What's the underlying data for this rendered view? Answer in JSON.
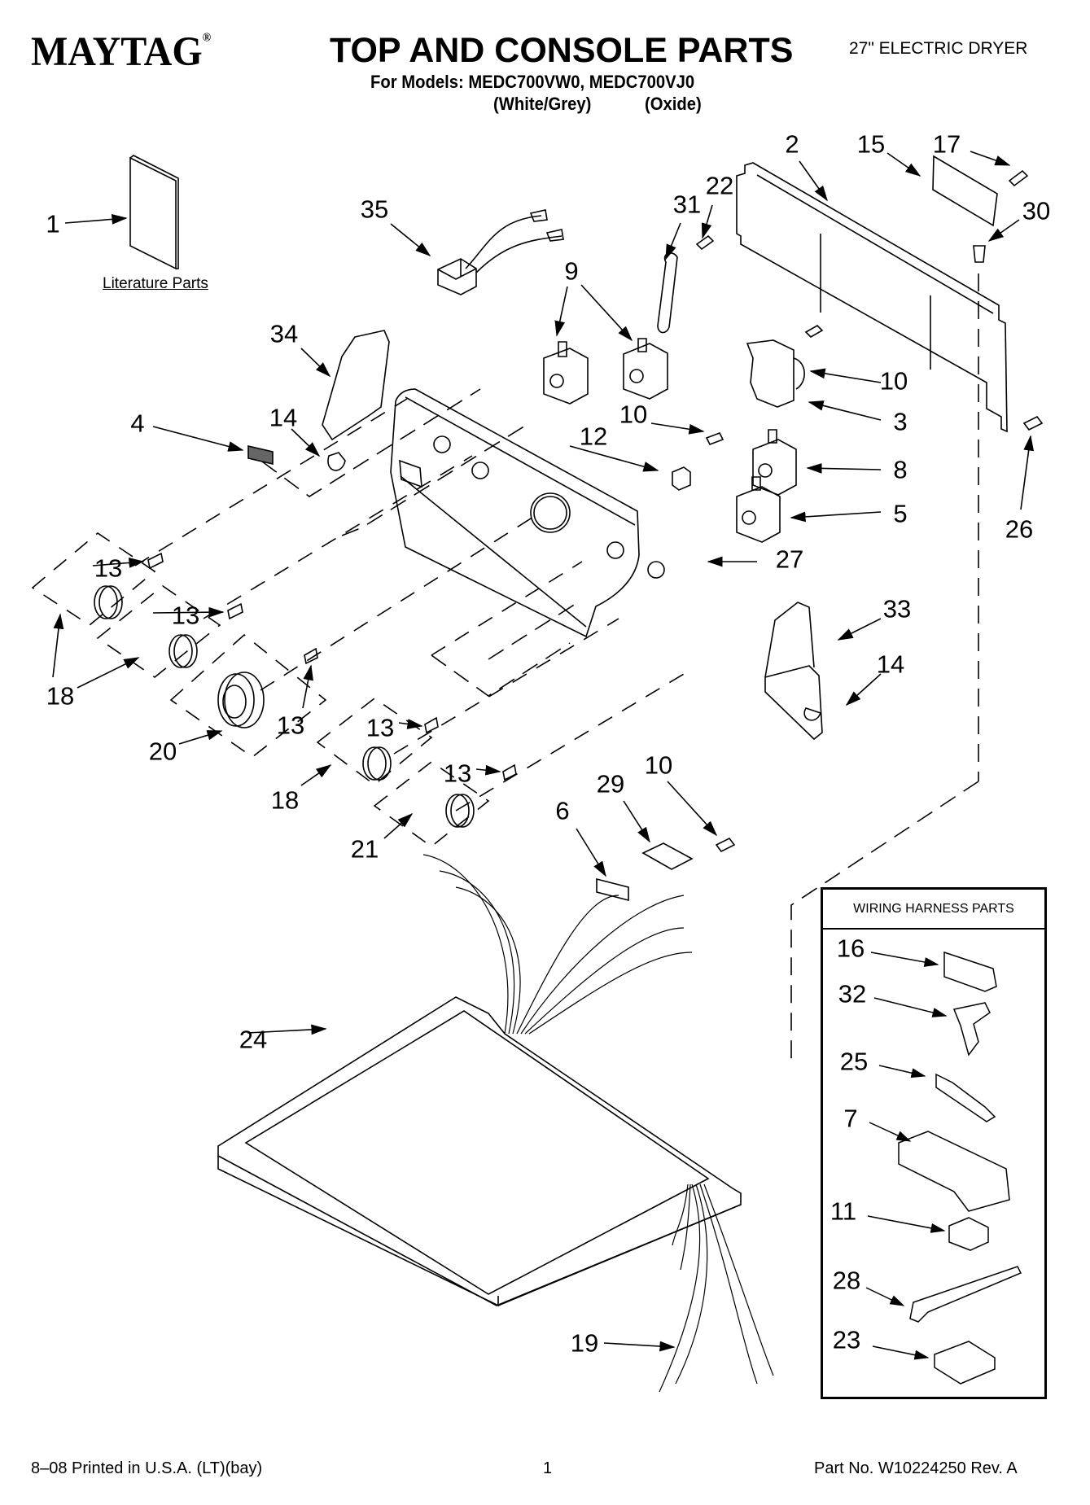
{
  "header": {
    "brand": "MAYTAG",
    "brand_mark": "®",
    "title": "TOP AND CONSOLE PARTS",
    "models_line": "For Models: MEDC700VW0, MEDC700VJ0",
    "model_color_1": "(White/Grey)",
    "model_color_2": "(Oxide)",
    "product": "27\" ELECTRIC DRYER"
  },
  "literature_label": "Literature Parts",
  "wiring_harness_box": {
    "title": "WIRING HARNESS PARTS",
    "items": [
      "16",
      "32",
      "25",
      "7",
      "11",
      "28",
      "23"
    ]
  },
  "callouts": [
    {
      "id": "c1",
      "label": "1"
    },
    {
      "id": "c35",
      "label": "35"
    },
    {
      "id": "c31",
      "label": "31"
    },
    {
      "id": "c22",
      "label": "22"
    },
    {
      "id": "c2",
      "label": "2"
    },
    {
      "id": "c15",
      "label": "15"
    },
    {
      "id": "c17",
      "label": "17"
    },
    {
      "id": "c30",
      "label": "30"
    },
    {
      "id": "c9",
      "label": "9"
    },
    {
      "id": "c34",
      "label": "34"
    },
    {
      "id": "c10a",
      "label": "10"
    },
    {
      "id": "c3",
      "label": "3"
    },
    {
      "id": "c4",
      "label": "4"
    },
    {
      "id": "c14a",
      "label": "14"
    },
    {
      "id": "c10b",
      "label": "10"
    },
    {
      "id": "c12",
      "label": "12"
    },
    {
      "id": "c8",
      "label": "8"
    },
    {
      "id": "c5",
      "label": "5"
    },
    {
      "id": "c26",
      "label": "26"
    },
    {
      "id": "c27",
      "label": "27"
    },
    {
      "id": "c33",
      "label": "33"
    },
    {
      "id": "c14b",
      "label": "14"
    },
    {
      "id": "c13a",
      "label": "13"
    },
    {
      "id": "c13b",
      "label": "13"
    },
    {
      "id": "c13c",
      "label": "13"
    },
    {
      "id": "c13d",
      "label": "13"
    },
    {
      "id": "c13e",
      "label": "13"
    },
    {
      "id": "c18a",
      "label": "18"
    },
    {
      "id": "c18b",
      "label": "18"
    },
    {
      "id": "c20",
      "label": "20"
    },
    {
      "id": "c21",
      "label": "21"
    },
    {
      "id": "c10c",
      "label": "10"
    },
    {
      "id": "c29",
      "label": "29"
    },
    {
      "id": "c6",
      "label": "6"
    },
    {
      "id": "c24",
      "label": "24"
    },
    {
      "id": "c19",
      "label": "19"
    }
  ],
  "footer": {
    "print_info": "8–08 Printed in U.S.A. (LT)(bay)",
    "page_number": "1",
    "part_number": "Part No. W10224250 Rev. A"
  }
}
